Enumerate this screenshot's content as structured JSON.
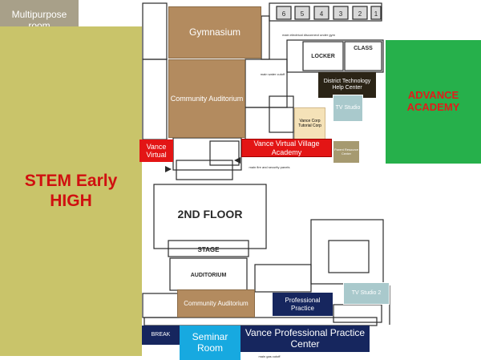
{
  "labels": {
    "multipurpose_room": "Multipurpose room",
    "stem_early_high": "STEM Early HIGH",
    "gymnasium": "Gymnasium",
    "community_auditorium_top": "Community Auditorium",
    "advance_academy": "ADVANCE ACADEMY",
    "district_technology": "District Technology Help Center",
    "tv_studio": "TV Studio",
    "vance_corp": "Vance Corp Tutorial Corp",
    "vance_virtual": "Vance Virtual",
    "vance_virtual_village": "Vance Virtual Village Academy",
    "parent_resource_center": "Parent Resource Center",
    "tv_studio_2": "TV Studio 2",
    "community_auditorium_bottom": "Community Auditorium",
    "professional_practice": "Professional Practice",
    "break": "BREAK",
    "seminar_room": "Seminar Room",
    "vance_professional_practice_center": "Vance Professional Practice Center"
  },
  "plan_labels": {
    "second_floor": "2ND FLOOR",
    "stage": "STAGE",
    "auditorium": "AUDITORIUM",
    "locker": "LOCKER",
    "class": "CLASS",
    "electrical_note": "main electrical disconnect under gym",
    "water_cutoff": "main water cutoff",
    "fire_panels": "main fire and security panels",
    "gas_cutoff": "main gas cutoff",
    "bay_numbers": [
      "6",
      "5",
      "4",
      "3",
      "2",
      "1"
    ]
  },
  "colors": {
    "olive_zone": "#c9c46a",
    "taupe_zone": "#a8a089",
    "brown_zone": "#b38b5f",
    "green_zone": "#26b04b",
    "red_zone": "#e31515",
    "navy_zone": "#16265e",
    "sky_zone": "#17a9e0",
    "studio_zone": "#a9c9cc",
    "cream_zone": "#f5e2b8",
    "dark_zone": "#2b2416",
    "plan_ink": "#2a2a2a"
  }
}
